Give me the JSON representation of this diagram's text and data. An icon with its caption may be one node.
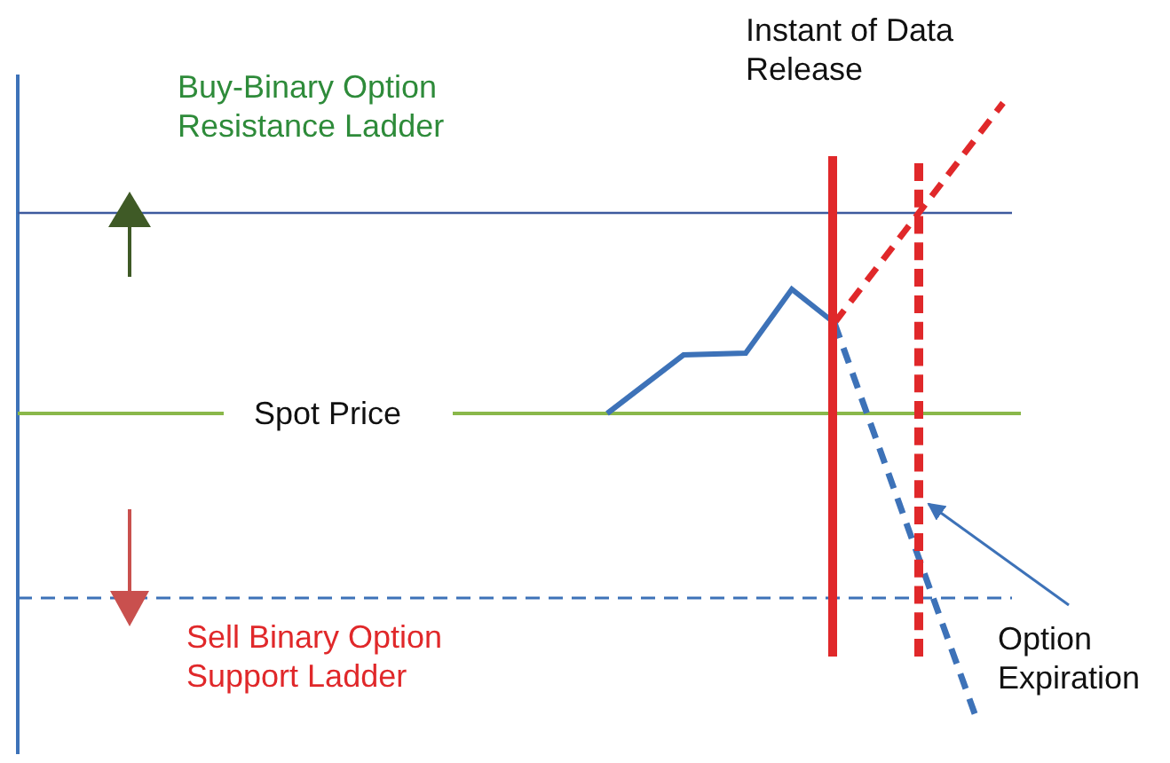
{
  "diagram": {
    "nodes": [
      {
        "text": [
          "Option Expiration"
        ]
      },
      {
        "text": [],
        "shape": "bar"
      }
    ],
    "edges": [
      {
        "from": 0,
        "to": 1,
        "arrow": "to"
      }
    ],
    "labels": [
      "Instant of Data Release",
      "Buy-Binary Option Resistance Ladder",
      "Spot Price",
      "Sell Binary Option Support Ladder"
    ]
  }
}
